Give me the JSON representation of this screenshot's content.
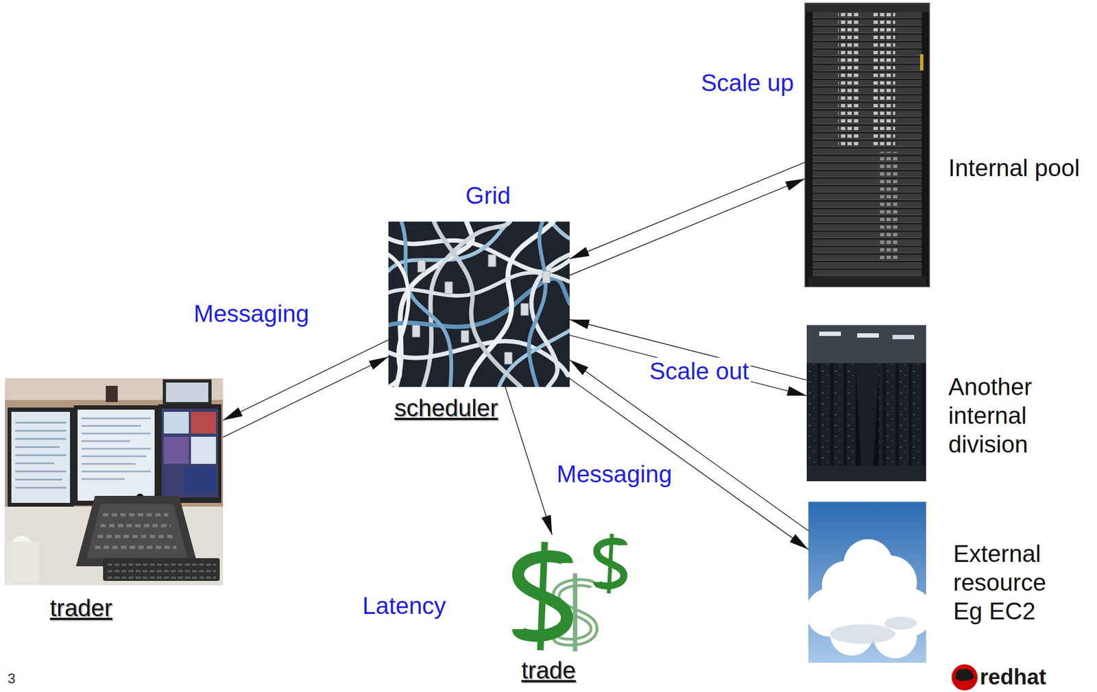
{
  "diagram": {
    "nodes": [
      {
        "text": [
          "trader"
        ]
      },
      {
        "text": [
          "Grid",
          "scheduler"
        ]
      },
      {
        "text": [
          "trade"
        ]
      },
      {
        "text": [
          "Internal pool"
        ]
      },
      {
        "text": [
          "Another internal division"
        ]
      },
      {
        "text": [
          "External resource Eg EC2"
        ]
      }
    ],
    "edges": [
      {
        "from": 0,
        "to": 1,
        "arrow": "to",
        "label": "Messaging"
      },
      {
        "from": 1,
        "to": 0,
        "arrow": "to"
      },
      {
        "from": 1,
        "to": 3,
        "arrow": "to"
      },
      {
        "from": 3,
        "to": 1,
        "arrow": "to"
      },
      {
        "from": 1,
        "to": 4,
        "arrow": "to"
      },
      {
        "from": 4,
        "to": 1,
        "arrow": "to"
      },
      {
        "from": 1,
        "to": 5,
        "arrow": "to"
      },
      {
        "from": 5,
        "to": 1,
        "arrow": "to"
      },
      {
        "from": 1,
        "to": 2,
        "arrow": "to",
        "label": "Messaging"
      }
    ],
    "labels": [
      "Scale up",
      "Scale out",
      "Latency",
      "3",
      "redhat"
    ]
  }
}
